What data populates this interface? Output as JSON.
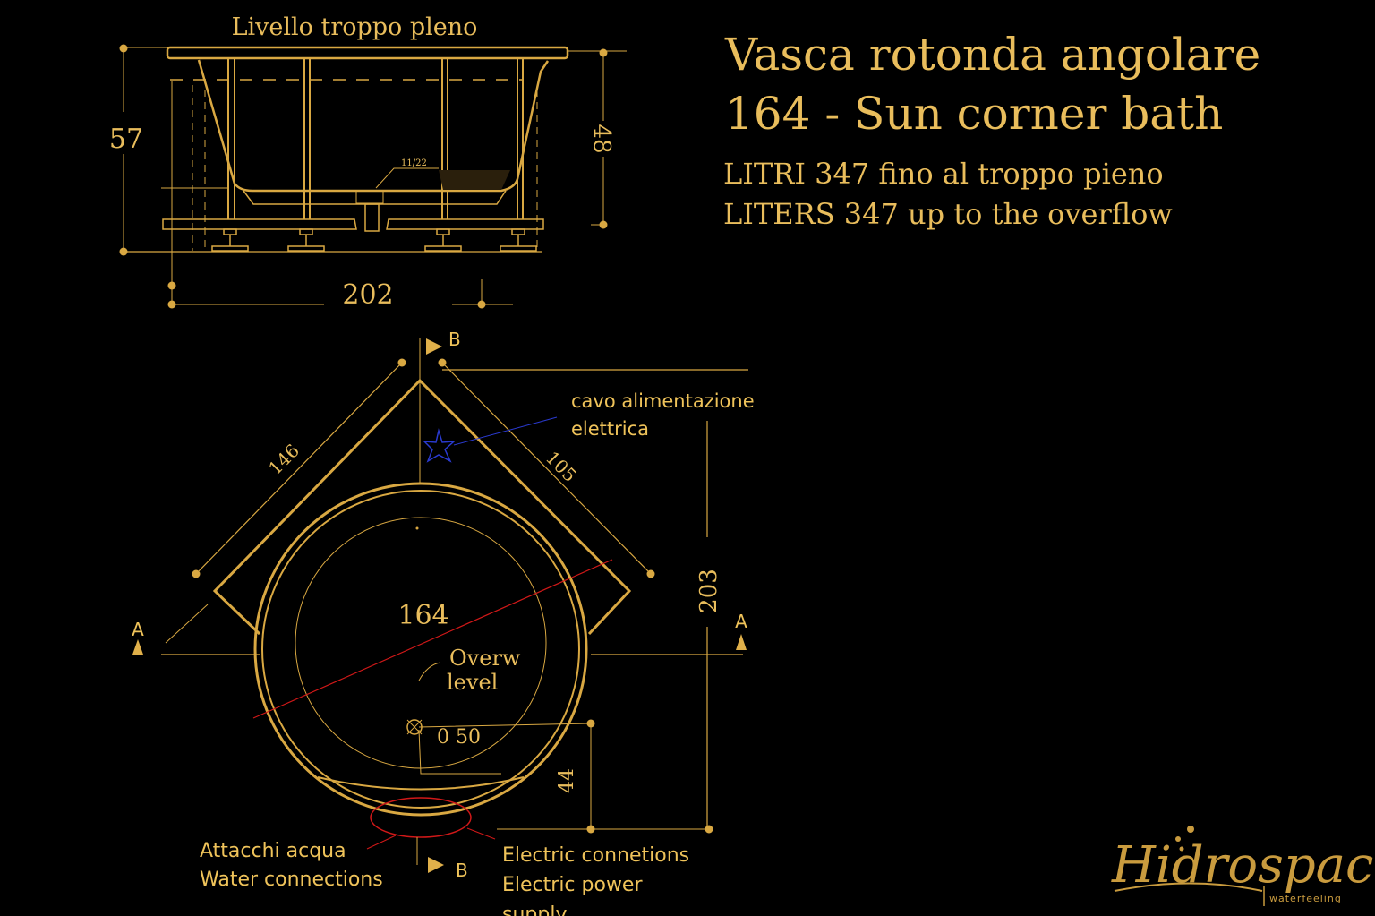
{
  "title": {
    "line1": "Vasca rotonda angolare",
    "line2": "164 - Sun corner bath",
    "capacity_it": "LITRI  347 fino al troppo pieno",
    "capacity_en": "LITERS 347 up to the overflow"
  },
  "side_view": {
    "overflow_label": "Livello troppo pleno",
    "height_total": "57",
    "height_inner": "48",
    "length": "202",
    "drain_note": "11/22"
  },
  "top_view": {
    "diameter": "164",
    "side_left": "146",
    "side_right": "105",
    "depth": "203",
    "drain_offset": "44",
    "drain_size": "0 50",
    "section_a": "A",
    "section_b": "B",
    "overflow_line1": "Overw",
    "overflow_line2": "level",
    "power_cable_line1": "cavo alimentazione",
    "power_cable_line2": "elettrica",
    "water_it": "Attacchi acqua",
    "water_en": "Water connections",
    "electric_line1": "Electric connetions",
    "electric_line2": "Electric power",
    "electric_line3": "supply"
  },
  "logo": {
    "brand": "Hidrospace",
    "tagline": "waterfeeling"
  },
  "colors": {
    "line": "#d9a842",
    "text": "#e9bd5c",
    "red": "#d01818",
    "blue": "#2a3ad0",
    "background": "#000000"
  }
}
